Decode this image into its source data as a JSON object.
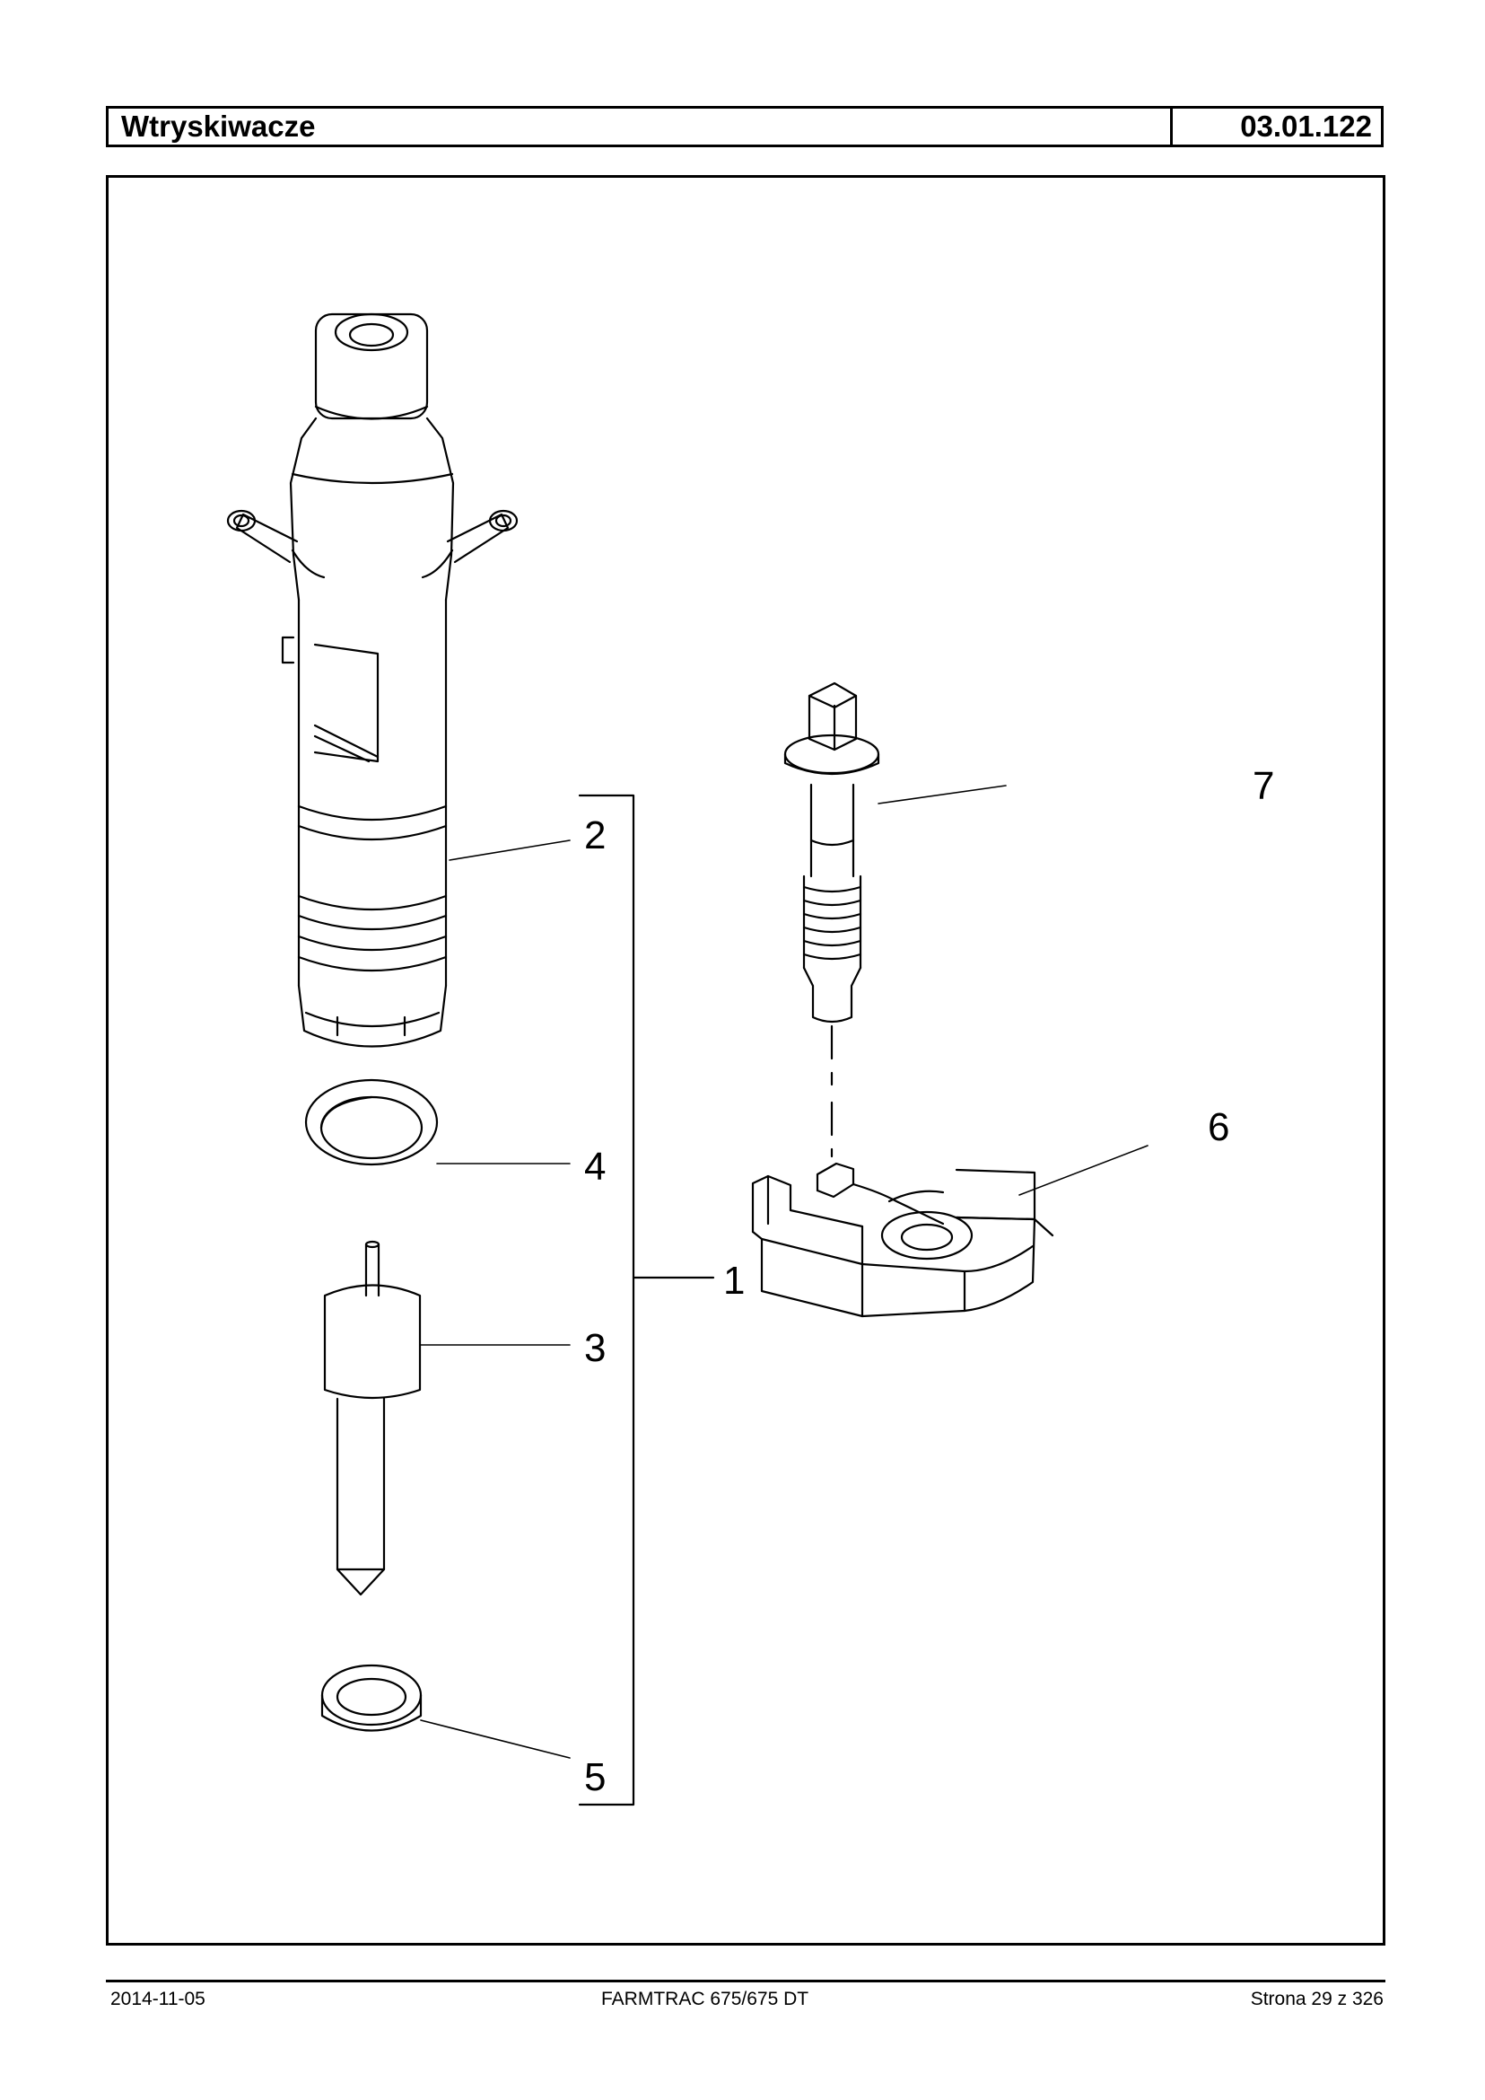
{
  "header": {
    "title": "Wtryskiwacze",
    "code": "03.01.122"
  },
  "callouts": [
    "1",
    "2",
    "3",
    "4",
    "5",
    "6",
    "7"
  ],
  "footer": {
    "date": "2014-11-05",
    "model": "FARMTRAC 675/675 DT",
    "page": "Strona 29 z 326"
  }
}
